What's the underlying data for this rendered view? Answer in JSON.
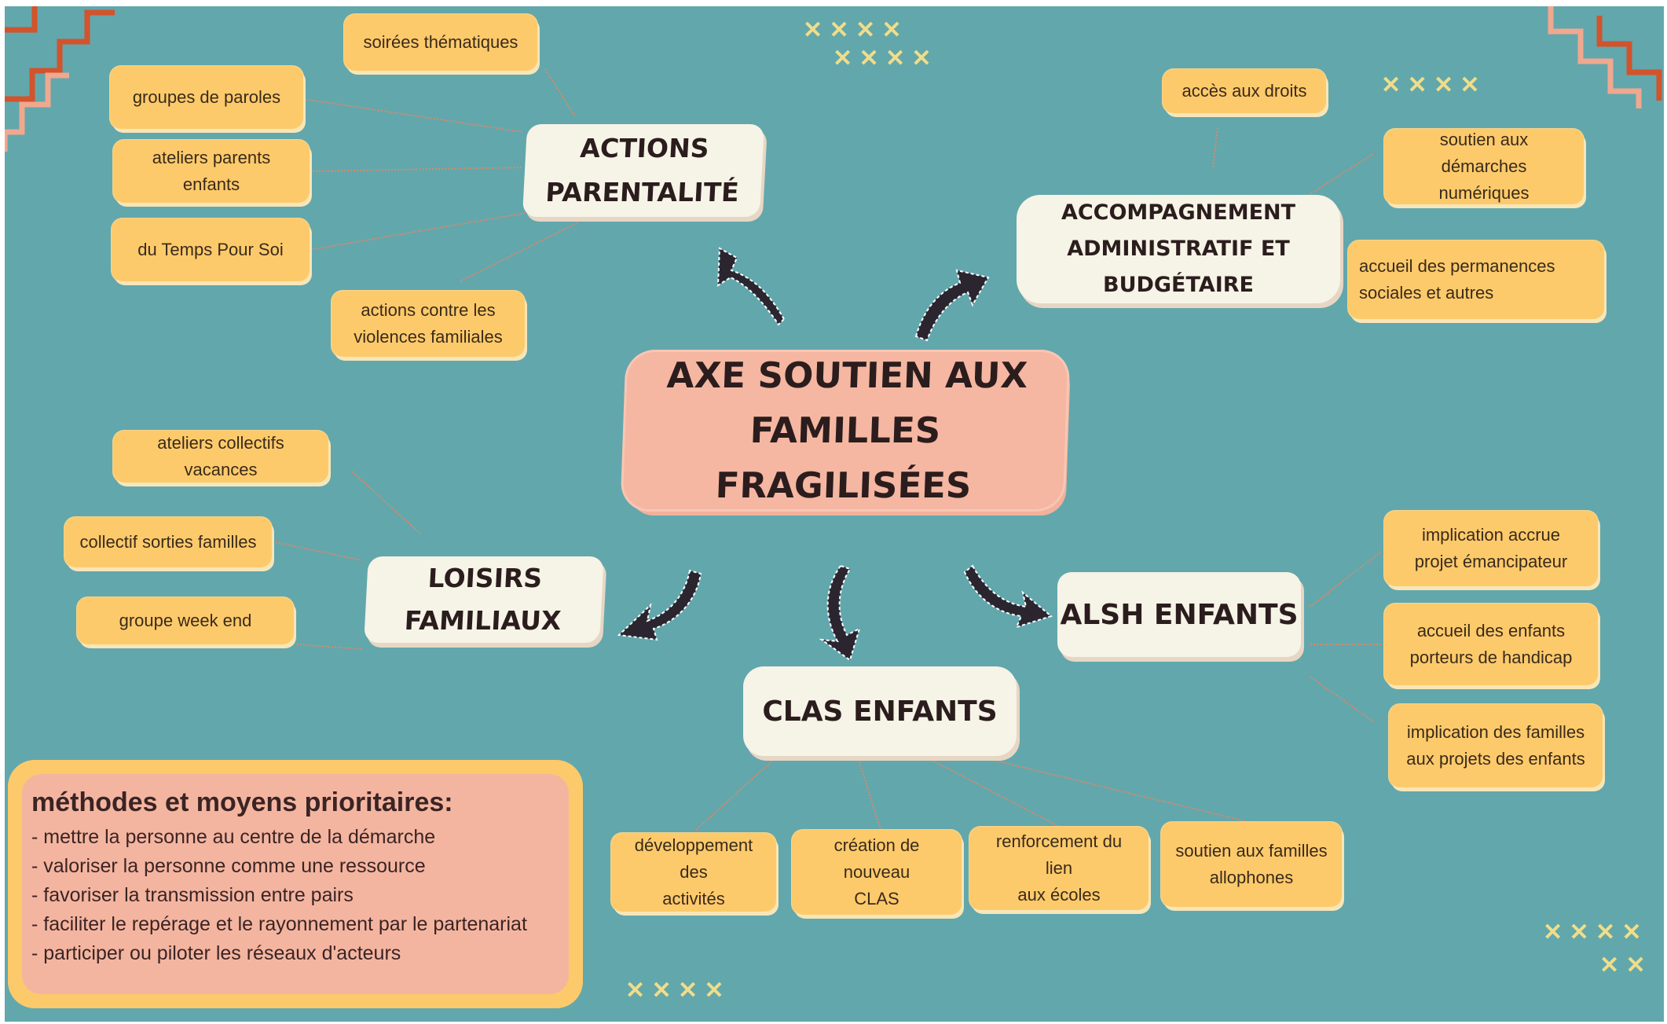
{
  "center": {
    "line1": "AXE SOUTIEN AUX",
    "line2": "FAMILLES FRAGILISÉES"
  },
  "hubs": {
    "actions": {
      "line1": "ACTIONS",
      "line2": "PARENTALITÉ"
    },
    "accompagnement": {
      "line1": "ACCOMPAGNEMENT",
      "line2": "ADMINISTRATIF ET BUDGÉTAIRE"
    },
    "loisirs": {
      "line1": "LOISIRS",
      "line2": "FAMILIAUX"
    },
    "alsh": {
      "line1": "ALSH ENFANTS"
    },
    "clas": {
      "line1": "CLAS ENFANTS"
    }
  },
  "leaves": {
    "soirees": {
      "line1": "soirées thématiques"
    },
    "groupes_paroles": {
      "line1": "groupes de paroles"
    },
    "ateliers_parents": {
      "line1": "ateliers parents enfants"
    },
    "temps_pour_soi": {
      "line1": "du Temps Pour Soi"
    },
    "violences": {
      "line1": "actions contre les",
      "line2": "violences familiales"
    },
    "acces_droits": {
      "line1": "accès aux droits"
    },
    "demarches_numeriques": {
      "line1": "soutien aux démarches",
      "line2": "numériques"
    },
    "permanences": {
      "line1": "accueil des permanences",
      "line2": "sociales et autres"
    },
    "ateliers_vacances": {
      "line1": "ateliers collectifs vacances"
    },
    "sorties_familles": {
      "line1": "collectif sorties familles"
    },
    "week_end": {
      "line1": "groupe week end"
    },
    "implication_projet": {
      "line1": "implication accrue",
      "line2": "projet émancipateur"
    },
    "handicap": {
      "line1": "accueil des enfants",
      "line2": "porteurs de handicap"
    },
    "implication_familles": {
      "line1": "implication des familles",
      "line2": "aux projets des enfants"
    },
    "developpement": {
      "line1": "développement des",
      "line2": "activités"
    },
    "creation_clas": {
      "line1": "création de nouveau",
      "line2": "CLAS"
    },
    "lien_ecoles": {
      "line1": "renforcement du lien",
      "line2": "aux écoles"
    },
    "allophones": {
      "line1": "soutien aux familles",
      "line2": "allophones"
    }
  },
  "methods": {
    "title": "méthodes et moyens prioritaires:",
    "items": [
      "- mettre la personne au centre de la démarche",
      "- valoriser la personne comme une ressource",
      "- favoriser la transmission entre pairs",
      "- faciliter le repérage et le rayonnement par le partenariat",
      "- participer ou piloter les réseaux d'acteurs"
    ]
  },
  "colors": {
    "background": "#62a7ac",
    "leaf": "#fdca6b",
    "hub": "#f6f3e7",
    "center": "#f5b7a2",
    "connector": "#d98a6a",
    "arrow": "#2b2530",
    "zigzag_dark": "#d2532c",
    "zigzag_light": "#f0a88f",
    "cross": "#f0dd8a"
  },
  "icons": [
    "curved-arrow-icon",
    "zigzag-decoration-icon",
    "cross-pattern-icon"
  ]
}
